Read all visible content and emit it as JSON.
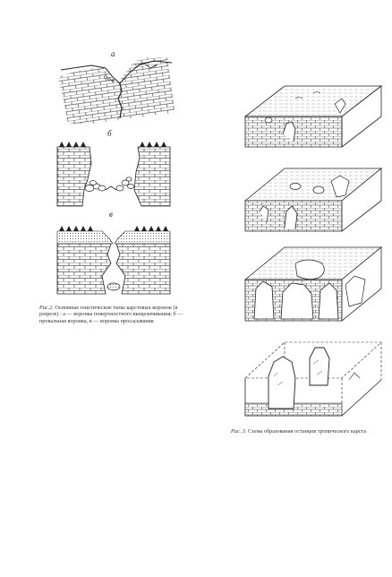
{
  "left_figure": {
    "panels": [
      {
        "label": "а"
      },
      {
        "label": "б"
      },
      {
        "label": "в"
      }
    ],
    "caption": {
      "number": "Рис.2.",
      "text": "Основные генетические типы карстовых воронок (в разрезе) : а — воронка поверхностного выщелачивания; б — провальная воронка, в — воронка просасывания"
    }
  },
  "right_figure": {
    "caption": {
      "number": "Рис. 3.",
      "text": "Схема образования останцов тропического карста"
    }
  }
}
